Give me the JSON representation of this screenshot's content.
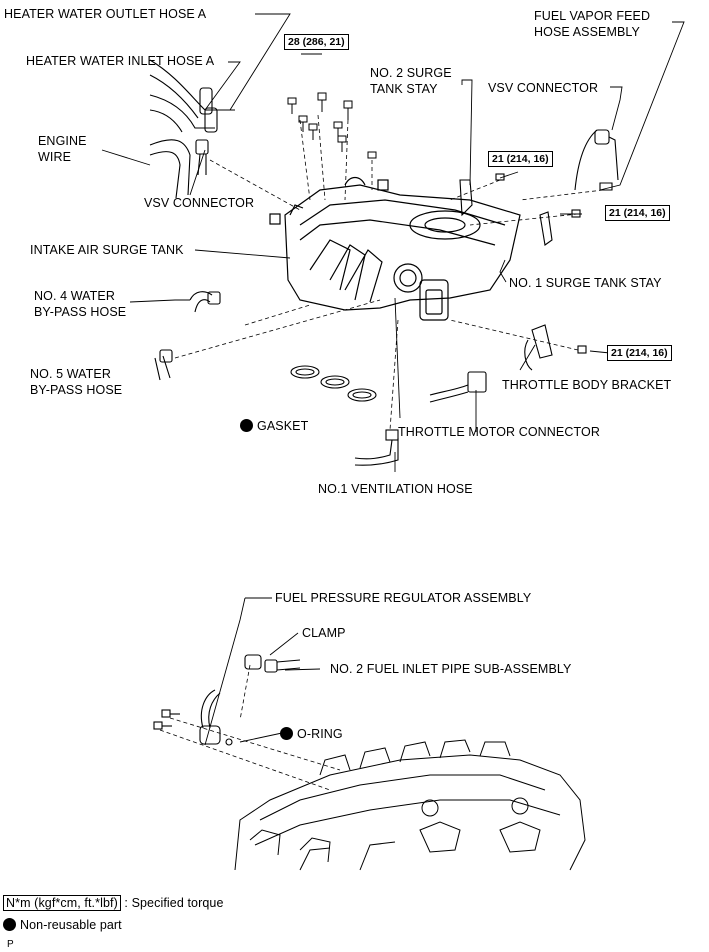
{
  "labels": {
    "heater_outlet": "HEATER WATER OUTLET HOSE A",
    "heater_inlet": "HEATER WATER INLET HOSE A",
    "engine_wire_1": "ENGINE",
    "engine_wire_2": "WIRE",
    "vsv_left": "VSV CONNECTOR",
    "intake_tank": "INTAKE AIR SURGE TANK",
    "no4_1": "NO. 4 WATER",
    "no4_2": "BY-PASS HOSE",
    "no5_1": "NO. 5 WATER",
    "no5_2": "BY-PASS HOSE",
    "gasket": "GASKET",
    "throttle_motor": "THROTTLE MOTOR CONNECTOR",
    "ventilation": "NO.1 VENTILATION HOSE",
    "fuel_vapor_1": "FUEL VAPOR FEED",
    "fuel_vapor_2": "HOSE ASSEMBLY",
    "no2_stay_1": "NO. 2 SURGE",
    "no2_stay_2": "TANK STAY",
    "vsv_right": "VSV CONNECTOR",
    "no1_stay": "NO. 1 SURGE TANK STAY",
    "throttle_bracket": "THROTTLE BODY BRACKET",
    "fpr": "FUEL PRESSURE REGULATOR ASSEMBLY",
    "clamp": "CLAMP",
    "fuel_inlet": "NO. 2 FUEL INLET PIPE SUB-ASSEMBLY",
    "oring": "O-RING"
  },
  "torques": {
    "t28": "28 (286, 21)",
    "t21a": "21 (214, 16)",
    "t21b": "21 (214, 16)",
    "t21c": "21 (214, 16)"
  },
  "legend": {
    "unit": "N*m (kgf*cm, ft.*lbf)",
    "unit_desc": ": Specified torque",
    "nonreusable": "Non-reusable part",
    "code": "P"
  }
}
